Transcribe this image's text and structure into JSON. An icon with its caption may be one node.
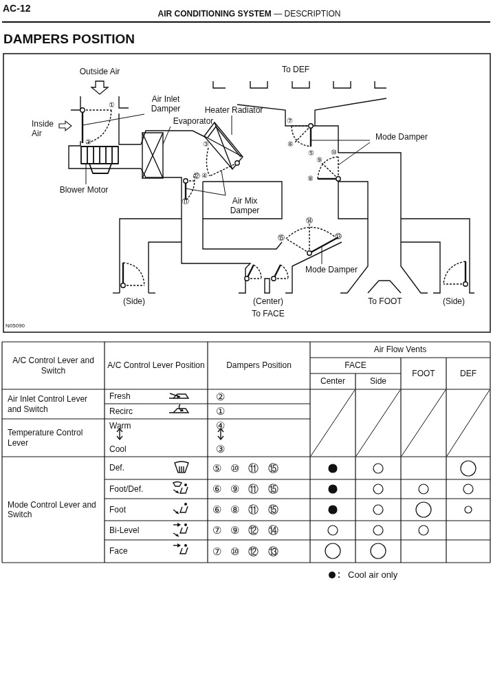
{
  "diagram": {
    "title": "DAMPERS POSITION",
    "nodes": [
      {
        "text": [
          "Air Inlet Damper"
        ]
      },
      {
        "text": [
          "Heater Radiator"
        ]
      },
      {
        "text": [
          "Evaporator"
        ]
      },
      {
        "text": [
          "Blower Motor"
        ]
      },
      {
        "text": [
          "Mode Damper"
        ]
      },
      {
        "text": [
          "Air Mix Damper"
        ]
      },
      {
        "text": [
          "Mode Damper"
        ]
      },
      {
        "text": [],
        "shape": "bar"
      },
      {
        "text": [],
        "shape": "box"
      },
      {
        "text": [],
        "shape": "box"
      },
      {
        "text": [],
        "shape": "cylinder"
      },
      {
        "text": [],
        "shape": "bar"
      },
      {
        "text": [],
        "shape": "bar"
      },
      {
        "text": [],
        "shape": "bar"
      },
      {
        "text": [],
        "shape": "bar"
      },
      {
        "text": [],
        "shape": "bar"
      }
    ],
    "edges": [
      {
        "from": 0,
        "to": 7,
        "arrow": "none"
      },
      {
        "from": 1,
        "to": 9,
        "arrow": "none"
      },
      {
        "from": 2,
        "to": 8,
        "arrow": "none"
      },
      {
        "from": 3,
        "to": 10,
        "arrow": "none"
      },
      {
        "from": 4,
        "to": 14,
        "arrow": "none"
      },
      {
        "from": 4,
        "to": 15,
        "arrow": "none"
      },
      {
        "from": 5,
        "to": 12,
        "arrow": "none"
      },
      {
        "from": 5,
        "to": 11,
        "arrow": "none"
      },
      {
        "from": 6,
        "to": 13,
        "arrow": "none"
      }
    ],
    "labels": [
      "AC-12",
      "**AIR CONDITIONING SYSTEM** — DESCRIPTION",
      "Outside Air",
      "To DEF",
      "Inside Air",
      "①",
      "⑦",
      "②",
      "③",
      "⑥",
      "⑤",
      "⑩",
      "⑨",
      "⑫",
      "④",
      "⑧",
      "⑪",
      "⑭",
      "⑮",
      "⑬",
      "(Side)",
      "(Center)",
      "To FOOT",
      "(Side)",
      "To FACE",
      "N05090",
      "A/C Control Lever and Switch",
      "A/C Control Lever Position",
      "Dampers Position",
      "Air Flow Vents",
      "FACE",
      "FOOT",
      "DEF",
      "Center",
      "Side",
      "Air Inlet Control Lever and Switch",
      "Fresh",
      "②",
      "Recirc",
      "①",
      "Temperature Control Lever",
      "Warm",
      "④",
      "Cool",
      "③",
      "Mode Control Lever and Switch",
      "Def.",
      "⑤ ⑩ ⑪ ⑮",
      "Foot/Def.",
      "⑥ ⑨ ⑪ ⑮",
      "Foot",
      "⑥ ⑧ ⑪ ⑮",
      "Bi-Level",
      "⑦ ⑨ ⑫ ⑭",
      "Face",
      "⑦ ⑩ ⑫ ⑬"
    ],
    "legend": [
      {
        "text": "Cool air only"
      }
    ]
  }
}
